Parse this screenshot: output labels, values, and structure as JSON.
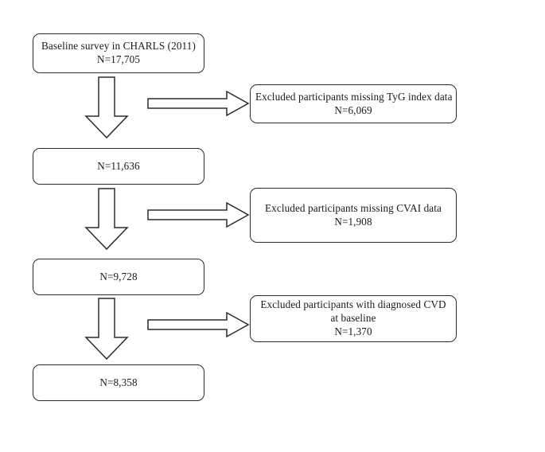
{
  "figure": {
    "type": "flow-diagram",
    "description": "Participant selection flowchart",
    "colors": {
      "stroke": "#2b2b2b",
      "fill": "#ffffff",
      "text": "#1a1a1a"
    }
  },
  "main_flow": [
    {
      "id": "baseline",
      "lines": [
        "Baseline survey in CHARLS (2011)",
        "N=17,705"
      ]
    },
    {
      "id": "after-tyg",
      "lines": [
        "N=11,636"
      ]
    },
    {
      "id": "after-cvai",
      "lines": [
        "N=9,728"
      ]
    },
    {
      "id": "final",
      "lines": [
        "N=8,358"
      ]
    }
  ],
  "exclusions": [
    {
      "id": "excluded-tyg",
      "lines": [
        "Excluded participants missing TyG index data",
        "N=6,069"
      ]
    },
    {
      "id": "excluded-cvai",
      "lines": [
        "Excluded participants missing CVAI data",
        "N=1,908"
      ]
    },
    {
      "id": "excluded-cvd",
      "lines": [
        "Excluded participants with diagnosed CVD at baseline",
        "N=1,370"
      ]
    }
  ],
  "connectors": {
    "down_arrow_name": "down-block-arrow",
    "right_arrow_name": "right-block-arrow"
  }
}
